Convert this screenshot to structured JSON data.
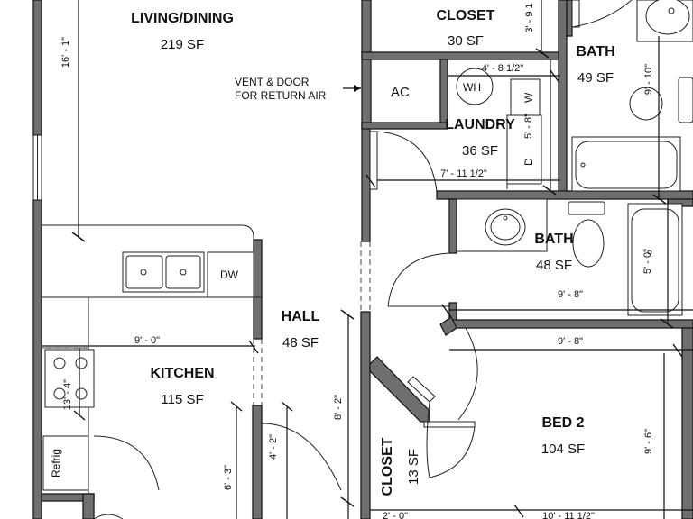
{
  "rooms": {
    "living_dining": {
      "name": "LIVING/DINING",
      "area": "219 SF"
    },
    "closet_top": {
      "name": "CLOSET",
      "area": "30 SF"
    },
    "bath_upper": {
      "name": "BATH",
      "area": "49 SF"
    },
    "laundry": {
      "name": "LAUNDRY",
      "area": "36 SF"
    },
    "bath_middle": {
      "name": "BATH",
      "area": "48 SF"
    },
    "hall": {
      "name": "HALL",
      "area": "48 SF"
    },
    "kitchen": {
      "name": "KITCHEN",
      "area": "115 SF"
    },
    "bed2": {
      "name": "BED 2",
      "area": "104 SF"
    },
    "closet_bottom": {
      "name": "CLOSET",
      "area": "13 SF"
    }
  },
  "fixtures": {
    "ac": "AC",
    "wh": "WH",
    "washer": "W",
    "dryer": "D",
    "dishwasher": "DW",
    "refrigerator": "Refrig"
  },
  "notes": {
    "vent_line1": "VENT & DOOR",
    "vent_line2": "FOR RETURN AIR"
  },
  "dimensions": {
    "living_height": "16' - 1\"",
    "closet_top_height": "3' - 9 1",
    "laundry_width": "4' - 8 1/2\"",
    "laundry_height": "5' - 8\"",
    "laundry_length": "7' - 11 1/2\"",
    "bath_upper_height": "9' - 10\"",
    "bath_middle_height": "5' - 0\"",
    "bath_middle_width": "9' - 8\"",
    "bed2_width_top": "9' - 8\"",
    "kitchen_width": "9' - 0\"",
    "range_depth": "13' - 4\"",
    "hall_height": "8' - 2\"",
    "hall_width": "4' - 2\"",
    "kitchen_lower": "6' - 3\"",
    "bed2_height": "9' - 6\"",
    "closet_bottom_width": "2' - 0\"",
    "bed2_width_bottom": "10' - 11 1/2\""
  }
}
